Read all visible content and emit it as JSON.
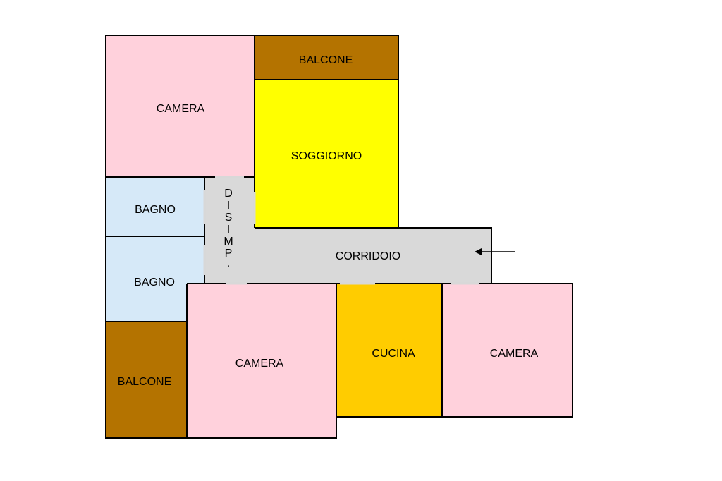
{
  "plan": {
    "colors": {
      "camera": "#ffd1dc",
      "balcone": "#b47300",
      "soggiorno": "#ffff00",
      "bagno": "#d6e9f8",
      "corridoio": "#d9d9d9",
      "cucina": "#ffcc00",
      "wall": "#000000"
    },
    "rooms": {
      "camera_top_left": "CAMERA",
      "balcone_top": "BALCONE",
      "soggiorno": "SOGGIORNO",
      "bagno_upper": "BAGNO",
      "bagno_lower": "BAGNO",
      "disimp_letters": [
        "D",
        "I",
        "S",
        "I",
        "M",
        "P",
        "."
      ],
      "corridoio": "CORRIDOIO",
      "balcone_bottom": "BALCONE",
      "camera_bottom_left": "CAMERA",
      "cucina": "CUCINA",
      "camera_right": "CAMERA"
    },
    "entrance_icon": "arrow-left-icon"
  }
}
